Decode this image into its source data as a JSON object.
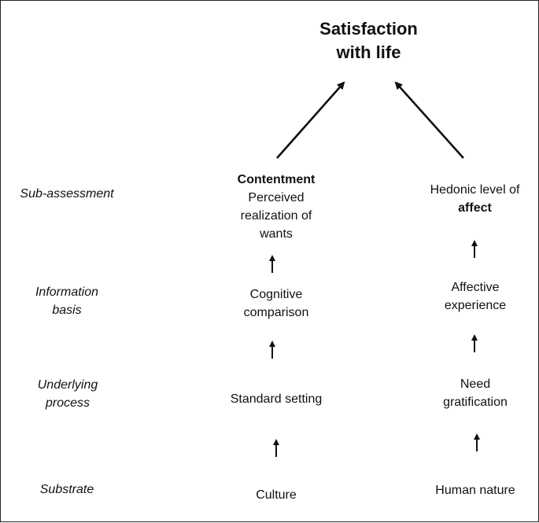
{
  "title": {
    "line1": "Satisfaction",
    "line2": "with life"
  },
  "row_labels": {
    "sub_assessment": "Sub-assessment",
    "information_basis_1": "Information",
    "information_basis_2": "basis",
    "underlying_process_1": "Underlying",
    "underlying_process_2": "process",
    "substrate": "Substrate"
  },
  "left_column": {
    "sub_assessment_bold": "Contentment",
    "sub_assessment_1": "Perceived",
    "sub_assessment_2": "realization of",
    "sub_assessment_3": "wants",
    "information_1": "Cognitive",
    "information_2": "comparison",
    "process": "Standard setting",
    "substrate": "Culture"
  },
  "right_column": {
    "sub_assessment_1": "Hedonic level of",
    "sub_assessment_bold": "affect",
    "information_1": "Affective",
    "information_2": "experience",
    "process_1": "Need",
    "process_2": "gratification",
    "substrate": "Human nature"
  },
  "colors": {
    "text": "#111111",
    "arrow": "#111111",
    "border": "#222222"
  }
}
